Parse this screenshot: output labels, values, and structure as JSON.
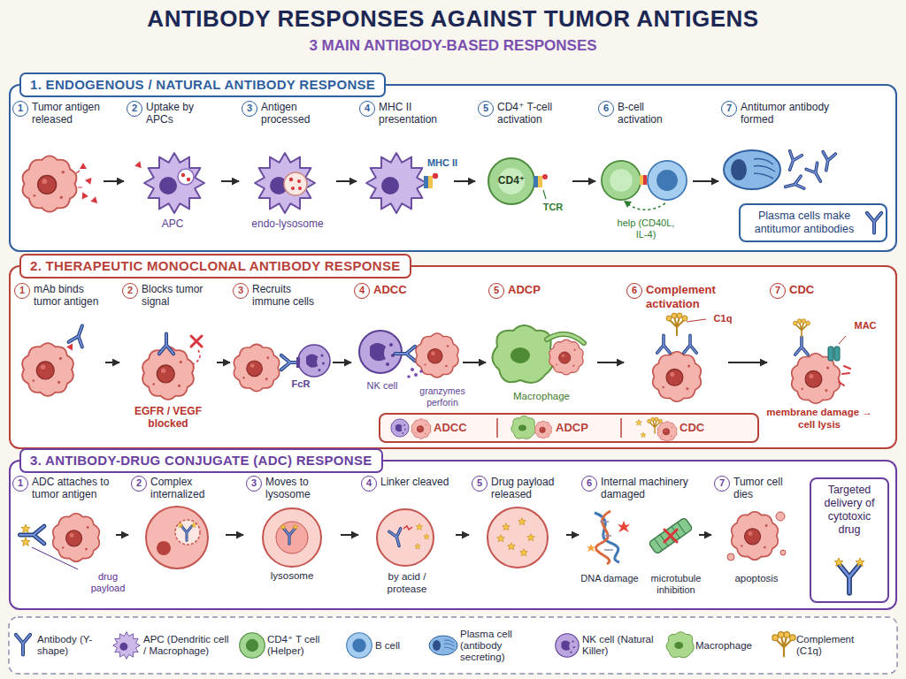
{
  "diagram": {
    "title": "ANTIBODY RESPONSES AGAINST TUMOR ANTIGENS",
    "nodes": [
      {
        "text": [
          "1. ENDOGENOUS / NATURAL ANTIBODY RESPONSE"
        ]
      },
      {
        "text": [
          "1",
          "Tumor antigen released"
        ],
        "in": 0
      },
      {
        "text": [
          "2",
          "Uptake by APCs"
        ],
        "in": 0
      },
      {
        "text": [
          "3",
          "Antigen processed"
        ],
        "in": 0
      },
      {
        "text": [
          "4",
          "MHC II presentation"
        ],
        "in": 0
      },
      {
        "text": [
          "5",
          "CD4⁺ T-cell activation"
        ],
        "in": 0
      },
      {
        "text": [
          "6",
          "B-cell activation"
        ],
        "in": 0
      },
      {
        "text": [
          "7",
          "Antitumor antibody formed"
        ],
        "in": 0
      },
      {
        "text": [
          "Plasma cells make antitumor antibodies"
        ],
        "in": 0
      },
      {
        "text": [
          "2. THERAPEUTIC MONOCLONAL ANTIBODY RESPONSE"
        ]
      },
      {
        "text": [
          "1",
          "mAb binds tumor antigen"
        ],
        "in": 9
      },
      {
        "text": [
          "2",
          "Blocks tumor signal"
        ],
        "in": 9
      },
      {
        "text": [
          "3",
          "Recruits immune cells"
        ],
        "in": 9
      },
      {
        "text": [
          "4",
          "ADCC"
        ],
        "in": 9
      },
      {
        "text": [
          "5",
          "ADCP"
        ],
        "in": 9
      },
      {
        "text": [
          "6",
          "Complement activation"
        ],
        "in": 9
      },
      {
        "text": [
          "7",
          "CDC"
        ],
        "in": 9
      },
      {
        "text": [
          "ADCC",
          "ADCP",
          "CDC"
        ],
        "in": 9
      },
      {
        "text": [
          "3. ANTIBODY-DRUG CONJUGATE (ADC) RESPONSE"
        ]
      },
      {
        "text": [
          "1",
          "ADC attaches to tumor antigen"
        ],
        "in": 18
      },
      {
        "text": [
          "2",
          "Complex internalized"
        ],
        "in": 18
      },
      {
        "text": [
          "3",
          "Moves to lysosome"
        ],
        "in": 18
      },
      {
        "text": [
          "4",
          "Linker cleaved"
        ],
        "in": 18
      },
      {
        "text": [
          "5",
          "Drug payload released"
        ],
        "in": 18
      },
      {
        "text": [
          "6",
          "Internal machinery damaged"
        ],
        "in": 18
      },
      {
        "text": [
          "7",
          "Tumor cell dies"
        ],
        "in": 18
      },
      {
        "text": [
          "Targeted delivery of cytotoxic drug"
        ],
        "in": 18
      }
    ],
    "edges": [
      {
        "from": 1,
        "to": 2,
        "arrow": "to"
      },
      {
        "from": 2,
        "to": 3,
        "arrow": "to"
      },
      {
        "from": 3,
        "to": 4,
        "arrow": "to"
      },
      {
        "from": 4,
        "to": 5,
        "arrow": "to"
      },
      {
        "from": 5,
        "to": 6,
        "arrow": "to"
      },
      {
        "from": 6,
        "to": 7,
        "arrow": "to"
      },
      {
        "from": 10,
        "to": 11,
        "arrow": "to"
      },
      {
        "from": 11,
        "to": 12,
        "arrow": "to"
      },
      {
        "from": 12,
        "to": 13,
        "arrow": "to"
      },
      {
        "from": 13,
        "to": 14,
        "arrow": "to"
      },
      {
        "from": 14,
        "to": 15,
        "arrow": "to"
      },
      {
        "from": 15,
        "to": 16,
        "arrow": "to"
      },
      {
        "from": 19,
        "to": 20,
        "arrow": "to"
      },
      {
        "from": 20,
        "to": 21,
        "arrow": "to"
      },
      {
        "from": 21,
        "to": 22,
        "arrow": "to"
      },
      {
        "from": 22,
        "to": 23,
        "arrow": "to"
      },
      {
        "from": 23,
        "to": 24,
        "arrow": "to"
      },
      {
        "from": 24,
        "to": 25,
        "arrow": "to"
      }
    ],
    "labels": [
      "3 MAIN ANTIBODY-BASED RESPONSES",
      "APC",
      "endo-lysosome",
      "MHC II",
      "CD4⁺",
      "TCR",
      "help (CD40L, IL-4)",
      "EGFR / VEGF blocked",
      "FcR",
      "NK cell",
      "granzymes perforin",
      "Macrophage",
      "C1q",
      "MAC",
      "membrane damage → cell lysis",
      "drug payload",
      "lysosome",
      "by acid / protease",
      "DNA damage",
      "microtubule inhibition",
      "apoptosis"
    ],
    "legend": [
      {
        "text": "Antibody (Y-shape)"
      },
      {
        "text": "APC (Dendritic cell / Macrophage)"
      },
      {
        "text": "CD4⁺ T cell (Helper)"
      },
      {
        "text": "B cell"
      },
      {
        "text": "Plasma cell (antibody secreting)"
      },
      {
        "text": "NK cell (Natural Killer)"
      },
      {
        "text": "Macrophage"
      },
      {
        "text": "Complement (C1q)"
      }
    ]
  }
}
